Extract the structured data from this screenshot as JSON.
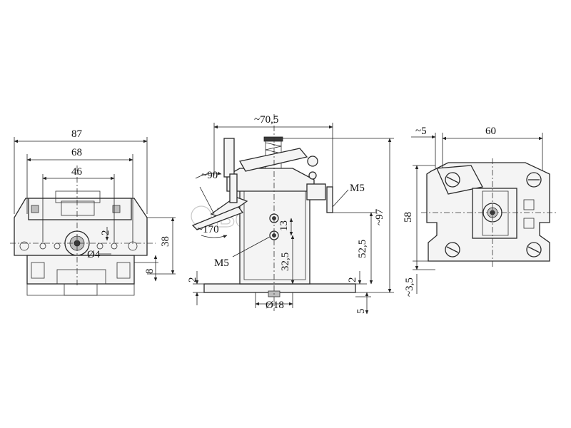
{
  "watermark": "Bosch",
  "front_view": {
    "dims": {
      "width_overall": "87",
      "width_mount": "68",
      "width_inner": "46",
      "offset_small": "2",
      "hole_diameter": "Ø4",
      "height_38": "38",
      "height_8": "8"
    }
  },
  "side_view": {
    "dims": {
      "width_top": "~70,5",
      "height_overall": "~97",
      "height_52": "52,5",
      "height_32": "32,5",
      "dim_13": "13",
      "angle_90": "~90",
      "angle_170": "~170",
      "thread_top": "M5",
      "thread_bottom": "M5",
      "base_thickness_left": "2",
      "base_thickness_right": "2",
      "flange_5": "5",
      "shaft_diameter": "Ø18"
    }
  },
  "top_view": {
    "dims": {
      "offset_5": "~5",
      "width_60": "60",
      "height_58": "58",
      "offset_3": "~3,5"
    }
  }
}
